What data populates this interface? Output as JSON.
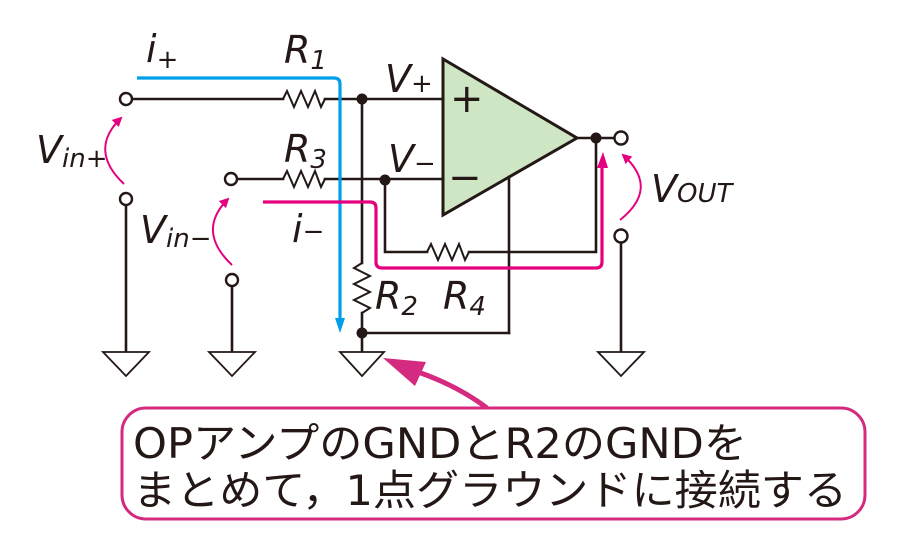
{
  "labels": {
    "i_plus": {
      "main": "i",
      "sub": "+"
    },
    "i_minus": {
      "main": "i",
      "sub": "−"
    },
    "r1": {
      "main": "R",
      "sub": "1"
    },
    "r2": {
      "main": "R",
      "sub": "2"
    },
    "r3": {
      "main": "R",
      "sub": "3"
    },
    "r4": {
      "main": "R",
      "sub": "4"
    },
    "v_plus": {
      "main": "V",
      "sub": "+"
    },
    "v_minus": {
      "main": "V",
      "sub": "−"
    },
    "vin_plus": {
      "main": "V",
      "sub": "in+"
    },
    "vin_minus": {
      "main": "V",
      "sub": "in−"
    },
    "vout": {
      "main": "V",
      "sub": "OUT"
    }
  },
  "opamp": {
    "plus_sign": "+",
    "minus_sign": "−"
  },
  "callout": {
    "line1": "OPアンプのGNDとR2のGNDを",
    "line2": "まとめて，1点グラウンドに接続する"
  },
  "colors": {
    "wire": "#231815",
    "current_i_plus": "#00a0e9",
    "current_i_minus": "#e5007f",
    "voltage_arrow": "#e5007f",
    "callout_border": "#d42a80",
    "opamp_fill": "#cfe6c4"
  }
}
